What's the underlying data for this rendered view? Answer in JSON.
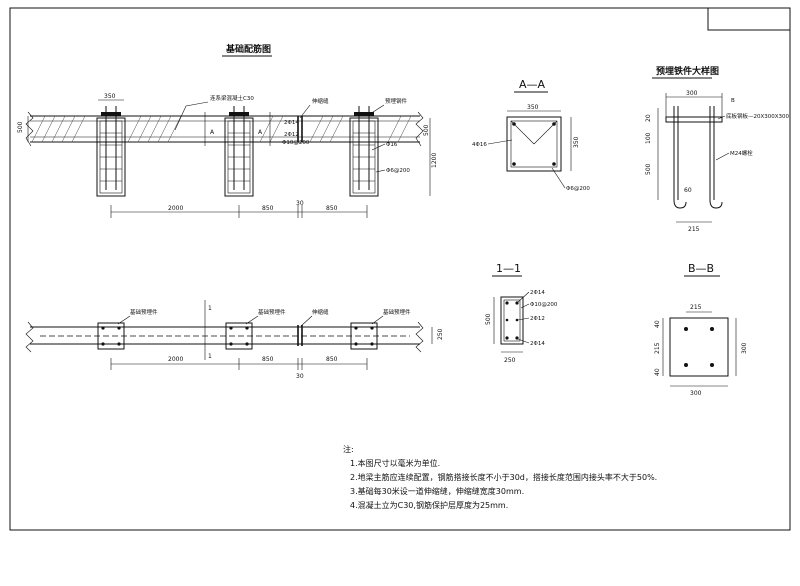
{
  "drawing": {
    "titles": {
      "foundation": "基础配筋图",
      "section_aa": "A—A",
      "section_11": "1—1",
      "section_bb": "B—B",
      "embedded_detail": "预埋铁件大样图"
    },
    "labels": {
      "beam_concrete": "连系梁混凝土C30",
      "expansion_joint": "伸缩缝",
      "embedded_part": "预埋钢件",
      "embedded_part_plan": "基础预埋件",
      "expansion_joint_plan": "伸缩缝",
      "bar_2phi14": "2Φ14",
      "bar_2phi12": "2Φ12",
      "stirrup_phi10": "Φ10@200",
      "bar_phi16": "Φ16",
      "stirrup_phi6": "Φ6@200",
      "sec_a": "A",
      "sec_1": "1",
      "bar_4phi16": "4Φ16",
      "aa_stirrup": "Φ6@200",
      "s11_2phi14_top": "2Φ14",
      "s11_phi10": "Φ10@200",
      "s11_2phi12": "2Φ12",
      "s11_2phi14_bot": "2Φ14",
      "plate": "底板钢板—20X300X300",
      "bolt": "M24螺栓",
      "b_mark": "B"
    },
    "dims": {
      "w350": "350",
      "h500": "500",
      "h1200": "1200",
      "d2000": "2000",
      "d850a": "850",
      "d30": "30",
      "d850b": "850",
      "p2000": "2000",
      "p850a": "850",
      "p30": "30",
      "p850b": "850",
      "p250": "250",
      "aa350": "350",
      "aa350v": "350",
      "s11_500": "500",
      "s11_250": "250",
      "e300": "300",
      "e20": "20",
      "e100": "100",
      "e500": "500",
      "e60": "60",
      "e215": "215",
      "bb215": "215",
      "bb215v": "215",
      "bb40a": "40",
      "bb40b": "40",
      "bb300": "300",
      "bb300v": "300"
    },
    "notes": {
      "head": "注:",
      "items": [
        "1.本图尺寸以毫米为单位.",
        "2.地梁主筋应连续配置，钢筋搭接长度不小于30d，搭接长度范围内接头率不大于50%.",
        "3.基础每30米设一道伸缩缝，伸缩缝宽度30mm.",
        "4.混凝土立为C30,钢筋保护层厚度为25mm."
      ]
    }
  }
}
